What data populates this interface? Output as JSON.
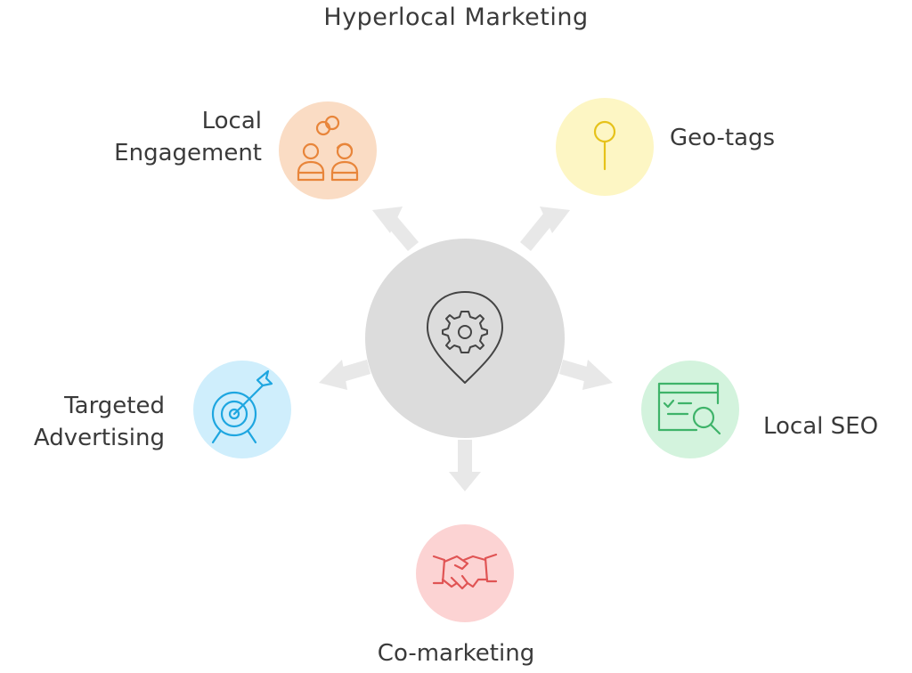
{
  "title": "Hyperlocal Marketing",
  "hub": {
    "icon": "gear-location-pin-icon",
    "color": "#dcdcdc"
  },
  "nodes": [
    {
      "id": "local-engagement",
      "label_lines": [
        "Local",
        "Engagement"
      ],
      "icon": "people-rings-icon",
      "fill": "#fadcc4",
      "stroke": "#e8853a"
    },
    {
      "id": "geo-tags",
      "label_lines": [
        "Geo-tags"
      ],
      "icon": "map-pin-icon",
      "fill": "#fdf6c4",
      "stroke": "#e6c21a"
    },
    {
      "id": "local-seo",
      "label_lines": [
        "Local SEO"
      ],
      "icon": "browser-search-icon",
      "fill": "#d3f3dd",
      "stroke": "#3eb369"
    },
    {
      "id": "co-marketing",
      "label_lines": [
        "Co-marketing"
      ],
      "icon": "handshake-icon",
      "fill": "#fcd3d3",
      "stroke": "#e05454"
    },
    {
      "id": "targeted-advertising",
      "label_lines": [
        "Targeted",
        "Advertising"
      ],
      "icon": "target-arrow-icon",
      "fill": "#cfeefc",
      "stroke": "#1ea6e0"
    }
  ],
  "arrow_color": "#e8e8e8"
}
